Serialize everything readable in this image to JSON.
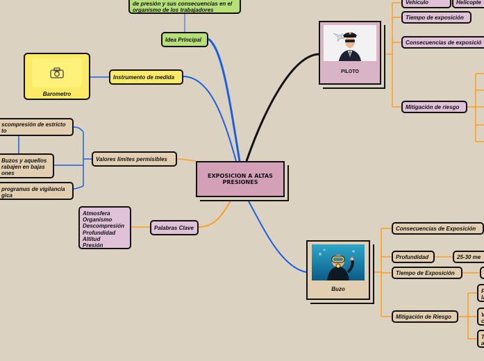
{
  "center": {
    "title": "EXPOSICION A ALTAS PRESIONES"
  },
  "idea_principal": {
    "label": "Idea Principal",
    "text": "de presión y sus consecuencias en el organismo de los trabajadores"
  },
  "instrumento": {
    "label": "Instrumento de medida",
    "card_label": "Barometro",
    "icon": "camera-icon"
  },
  "valores": {
    "label": "Valores límites permisibles",
    "items": [
      "scompresión de estricto to",
      "Buzos y aquellos rabajen en bajas ones",
      "programas de vigilancia gica"
    ]
  },
  "palabras": {
    "label": "Palabras Clave",
    "keywords": [
      "Atmosfera",
      "Organismo",
      "Descompresión",
      "Profundidad",
      "Altitud",
      "Presión"
    ]
  },
  "piloto": {
    "card_label": "PILOTO",
    "vehiculo": "Vehiculo",
    "vehiculo_value": "Helicopte",
    "tiempo": "Tiempo de exposición",
    "consecuencias": "Consecuencias de exposició",
    "mitigacion": "Mitigación de riesgo"
  },
  "buzo": {
    "card_label": "Buzo",
    "consecuencias": "Consecuencias de Exposición",
    "profundidad": "Profundidad",
    "profundidad_value": "25-30 me",
    "tiempo": "Tiempo de Exposición",
    "mitigacion": "Mitigación de Riesgo",
    "mitigacion_items": [
      "F la",
      "V c",
      "T a"
    ]
  },
  "colors": {
    "background": "#dcd2c2",
    "blue_link": "#1a5fe0",
    "orange_link": "#ff9d1c",
    "black_link": "#111111"
  }
}
